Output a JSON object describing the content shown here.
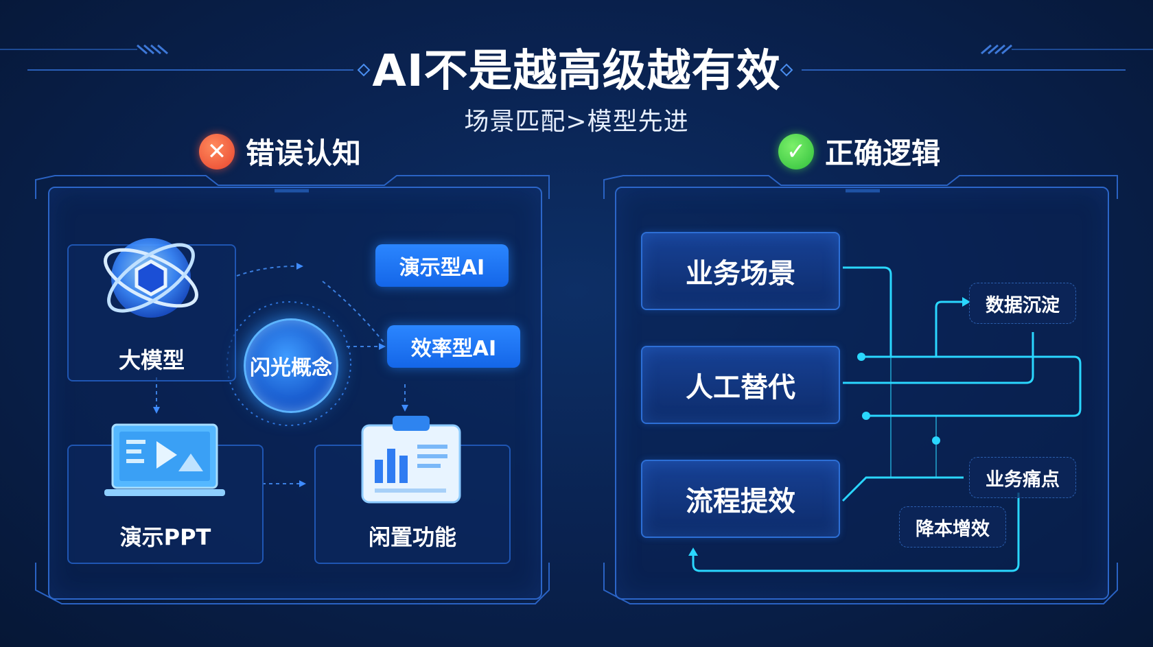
{
  "title": "AI不是越高级越有效",
  "subtitle": "场景匹配>模型先进",
  "left": {
    "heading": "错误认知",
    "badge_icon": "x-icon",
    "nodes": {
      "big_model": "大模型",
      "center": "闪光概念",
      "demo_ai": "演示型AI",
      "efficiency_ai": "效率型AI",
      "demo_ppt": "演示PPT",
      "idle_feature": "闲置功能"
    }
  },
  "right": {
    "heading": "正确逻辑",
    "badge_icon": "check-icon",
    "blocks": [
      "业务场景",
      "人工替代",
      "流程提效"
    ],
    "tags": {
      "data": "数据沉淀",
      "pain": "业务痛点",
      "cost": "降本增效"
    }
  },
  "colors": {
    "background": "#0a2352",
    "accent": "#1f7bff",
    "line_cyan": "#2ad7ff",
    "wrong": "#e8452f",
    "right": "#2fbf3c"
  }
}
